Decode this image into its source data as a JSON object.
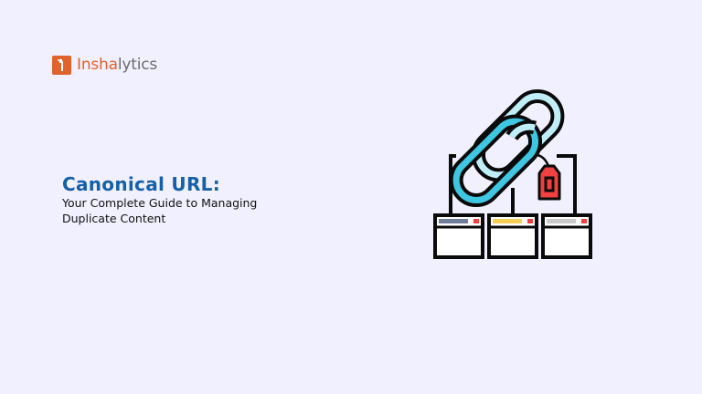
{
  "brand": {
    "name_part1": "Insha",
    "name_part2": "lytics",
    "accent_color": "#e0622c",
    "text_color": "#6d6a72"
  },
  "hero": {
    "title": "Canonical URL:",
    "subtitle_line1": "Your Complete Guide to Managing",
    "subtitle_line2": "Duplicate Content",
    "title_color": "#1560a8"
  },
  "illustration": {
    "icon": "chain-link-with-tag-connected-to-three-pages",
    "colors": {
      "link_front": "#3fc6e0",
      "link_back": "#bfeef6",
      "tag": "#f04040",
      "window_bar_left": "#6f7f9a",
      "window_bar_middle": "#f5cf55",
      "window_bar_right": "#c9c9c9",
      "window_dot": "#f04040",
      "outline": "#0a0a0a"
    }
  },
  "background_color": "#f1f0fe"
}
